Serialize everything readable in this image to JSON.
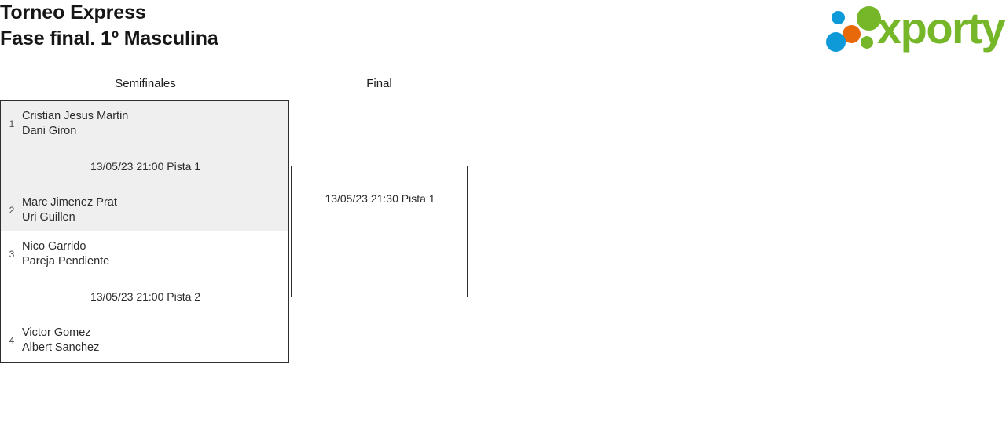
{
  "header": {
    "title_line1": "Torneo Express",
    "title_line2": "Fase final. 1º Masculina"
  },
  "logo": {
    "wordmark": "xporty",
    "colors": {
      "green": "#76b72a",
      "blue": "#0e9ad8",
      "orange": "#e8690a"
    }
  },
  "bracket": {
    "rounds": [
      {
        "label": "Semifinales"
      },
      {
        "label": "Final"
      }
    ],
    "semifinals": [
      {
        "time": "13/05/23 21:00 Pista 1",
        "teams": [
          {
            "seed": "1",
            "player1": "Cristian Jesus Martin",
            "player2": "Dani Giron"
          },
          {
            "seed": "2",
            "player1": "Marc Jimenez Prat",
            "player2": "Uri Guillen"
          }
        ]
      },
      {
        "time": "13/05/23 21:00 Pista 2",
        "teams": [
          {
            "seed": "3",
            "player1": "Nico Garrido",
            "player2": "Pareja Pendiente"
          },
          {
            "seed": "4",
            "player1": "Victor Gomez",
            "player2": "Albert Sanchez"
          }
        ]
      }
    ],
    "final": {
      "time": "13/05/23 21:30 Pista 1"
    }
  }
}
